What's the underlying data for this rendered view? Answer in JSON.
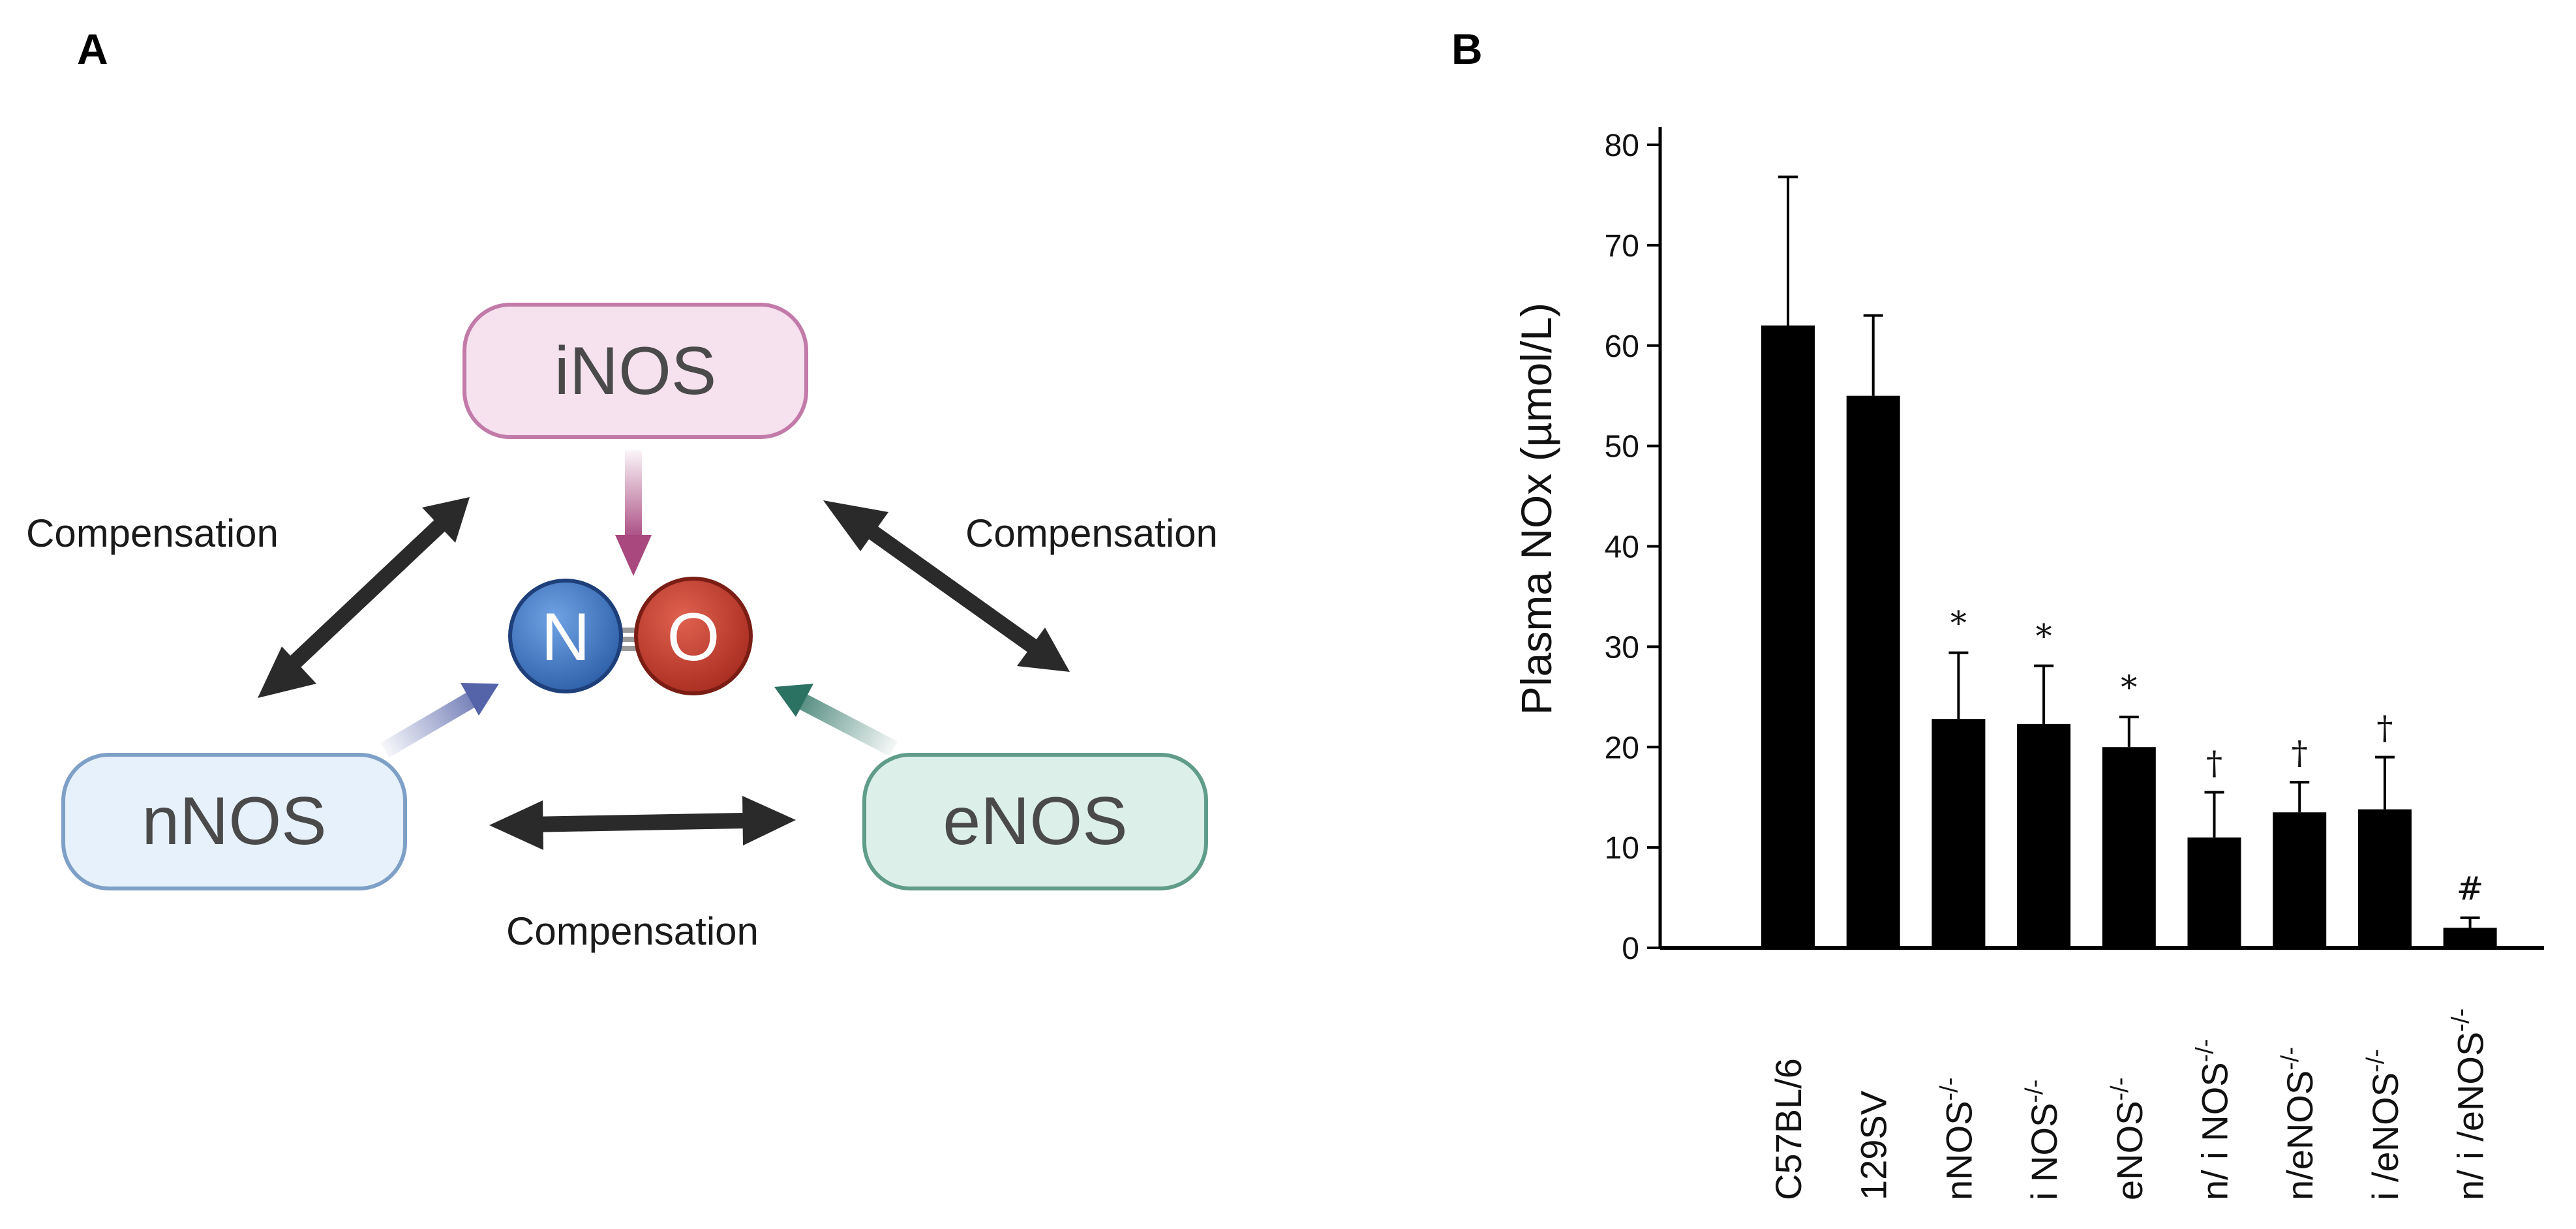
{
  "panel_a": {
    "letter": "A",
    "nodes": {
      "inos": "iNOS",
      "nnos": "nNOS",
      "enos": "eNOS"
    },
    "molecule": {
      "n": "N",
      "o": "O"
    },
    "compensation_left": "Compensation",
    "compensation_right": "Compensation",
    "compensation_bottom": "Compensation",
    "colors": {
      "inos_fill": "#f6e1ef",
      "inos_stroke": "#c27ba8",
      "inos_arrow": "#a8487f",
      "nnos_fill": "#e6f1fb",
      "nnos_stroke": "#7e9fc6",
      "nnos_arrow": "#5563a8",
      "enos_fill": "#dcefe9",
      "enos_stroke": "#5f9c89",
      "enos_arrow": "#2c7263",
      "n_atom": "#3c78c8",
      "o_atom": "#c23a2c",
      "compensation_arrow": "#2a2a2a"
    },
    "icons": [
      "double-headed-arrow-icon",
      "nitric-oxide-molecule-icon"
    ]
  },
  "panel_b": {
    "letter": "B"
  },
  "chart_data": {
    "type": "bar",
    "title": "",
    "xlabel": "",
    "ylabel": "Plasma NOx (µmol/L)",
    "ylim": [
      0,
      80
    ],
    "yticks": [
      "0",
      "10",
      "20",
      "30",
      "40",
      "50",
      "60",
      "70",
      "80"
    ],
    "grid": false,
    "categories": [
      {
        "base": "C57BL/6",
        "sup": ""
      },
      {
        "base": "129SV",
        "sup": ""
      },
      {
        "base": "nNOS",
        "sup": "-/-"
      },
      {
        "base": "i NOS",
        "sup": "-/-"
      },
      {
        "base": "eNOS",
        "sup": "-/-"
      },
      {
        "base": "n/ i NOS",
        "sup": "-/-"
      },
      {
        "base": "n/eNOS",
        "sup": "-/-"
      },
      {
        "base": "i /eNOS",
        "sup": "-/-"
      },
      {
        "base": "n/ i /eNOS",
        "sup": "-/-"
      }
    ],
    "values": [
      62,
      55,
      22.8,
      22.3,
      20,
      11,
      13.5,
      13.8,
      2
    ],
    "errors": [
      14.8,
      8,
      6.6,
      5.8,
      3,
      4.5,
      3,
      5.2,
      1
    ],
    "significance": [
      "",
      "",
      "*",
      "*",
      "*",
      "†",
      "†",
      "†",
      "#"
    ],
    "bar_color": "#000000"
  }
}
